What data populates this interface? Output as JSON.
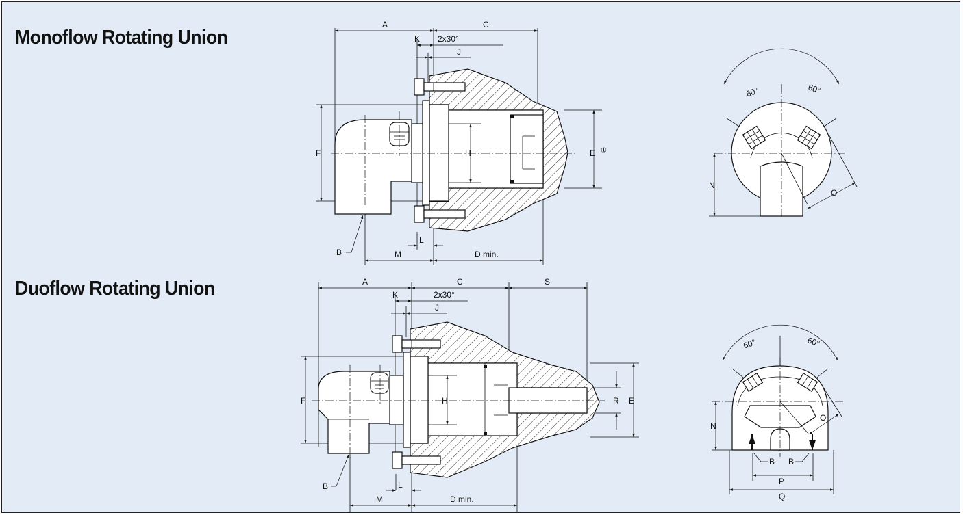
{
  "headings": {
    "monoflow": "Monoflow Rotating Union",
    "duoflow": "Duoflow Rotating Union"
  },
  "monoflow_labels": {
    "A": "A",
    "B": "B",
    "C": "C",
    "D": "D min.",
    "E": "E",
    "E_note": "①",
    "F": "F",
    "H": "H",
    "J": "J",
    "K": "K",
    "L": "L",
    "M": "M",
    "N": "N",
    "O": "O",
    "chamfer": "2x30°",
    "angle_left": "60°",
    "angle_right": "60°"
  },
  "duoflow_labels": {
    "A": "A",
    "B": "B",
    "B1": "B",
    "B2": "B",
    "C": "C",
    "D": "D min.",
    "E": "E",
    "F": "F",
    "H": "H",
    "J": "J",
    "K": "K",
    "L": "L",
    "M": "M",
    "N": "N",
    "O": "O",
    "P": "P",
    "Q": "Q",
    "R": "R",
    "S": "S",
    "chamfer": "2x30°",
    "angle_left": "60°",
    "angle_right": "60°"
  }
}
